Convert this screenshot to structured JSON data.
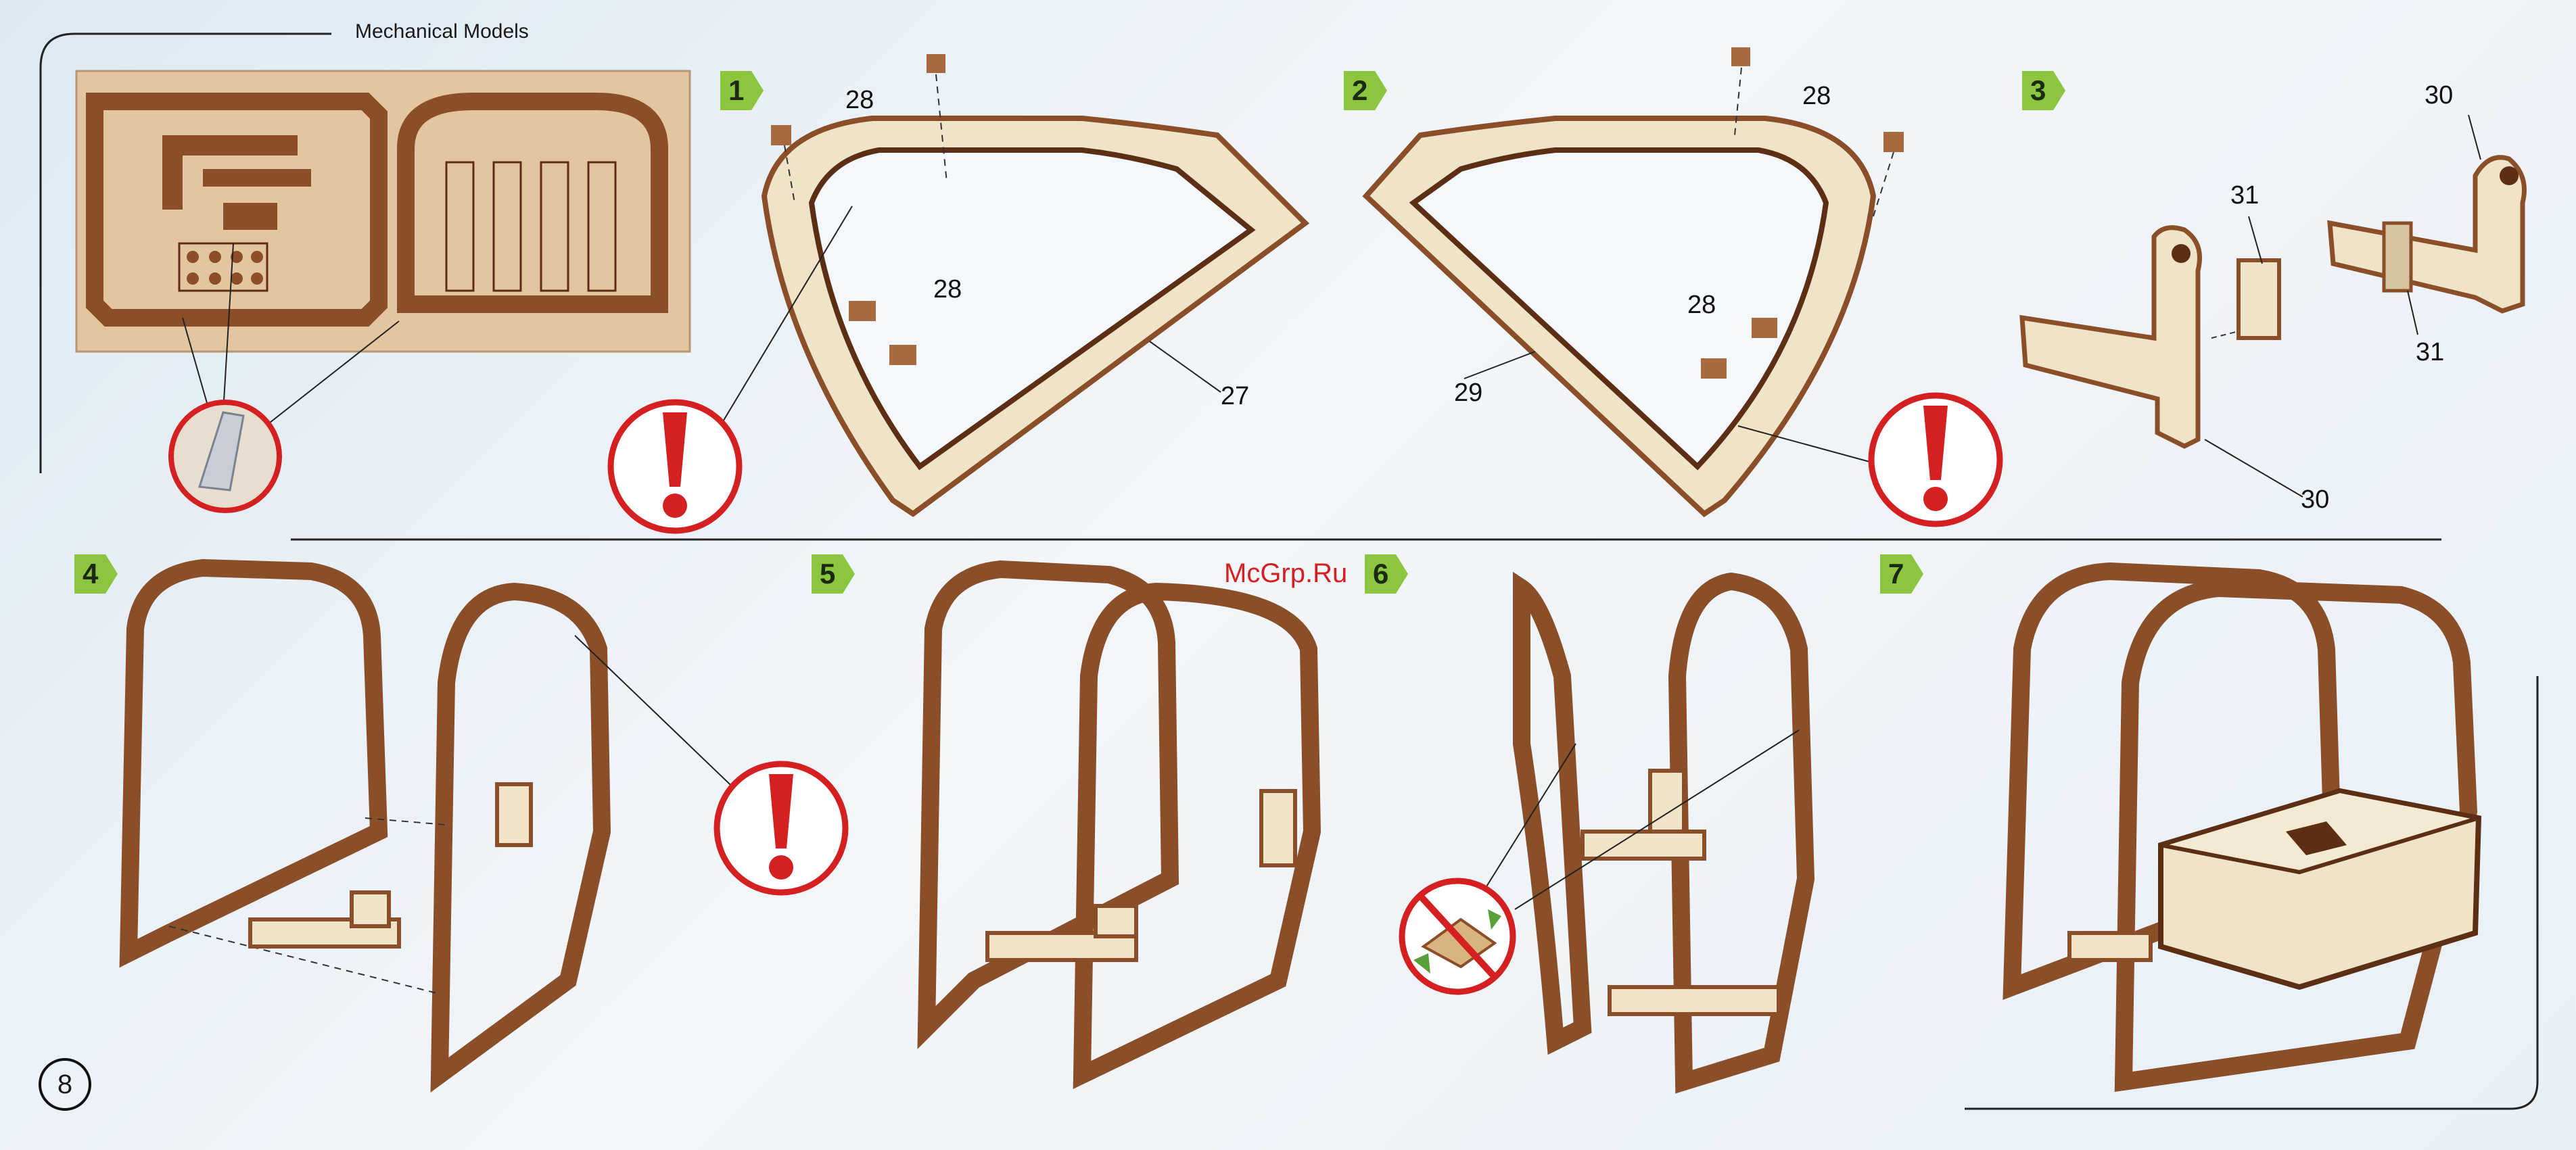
{
  "header": {
    "title": "Mechanical Models"
  },
  "steps": [
    "1",
    "2",
    "3",
    "4",
    "5",
    "6",
    "7"
  ],
  "part_labels": {
    "s1_a": "28",
    "s1_b": "28",
    "s1_c": "27",
    "s2_a": "28",
    "s2_b": "28",
    "s2_c": "29",
    "s3_a": "30",
    "s3_b": "31",
    "s3_c": "31",
    "s3_d": "30"
  },
  "watermark": "McGrp.Ru",
  "page_number": "8",
  "colors": {
    "wood_light": "#efe3c8",
    "wood_edge": "#8a4f28",
    "wood_dark": "#5c2e14",
    "sheet": "#e3c5a0",
    "warning_red": "#d42020",
    "badge_green": "#8cc63f"
  }
}
